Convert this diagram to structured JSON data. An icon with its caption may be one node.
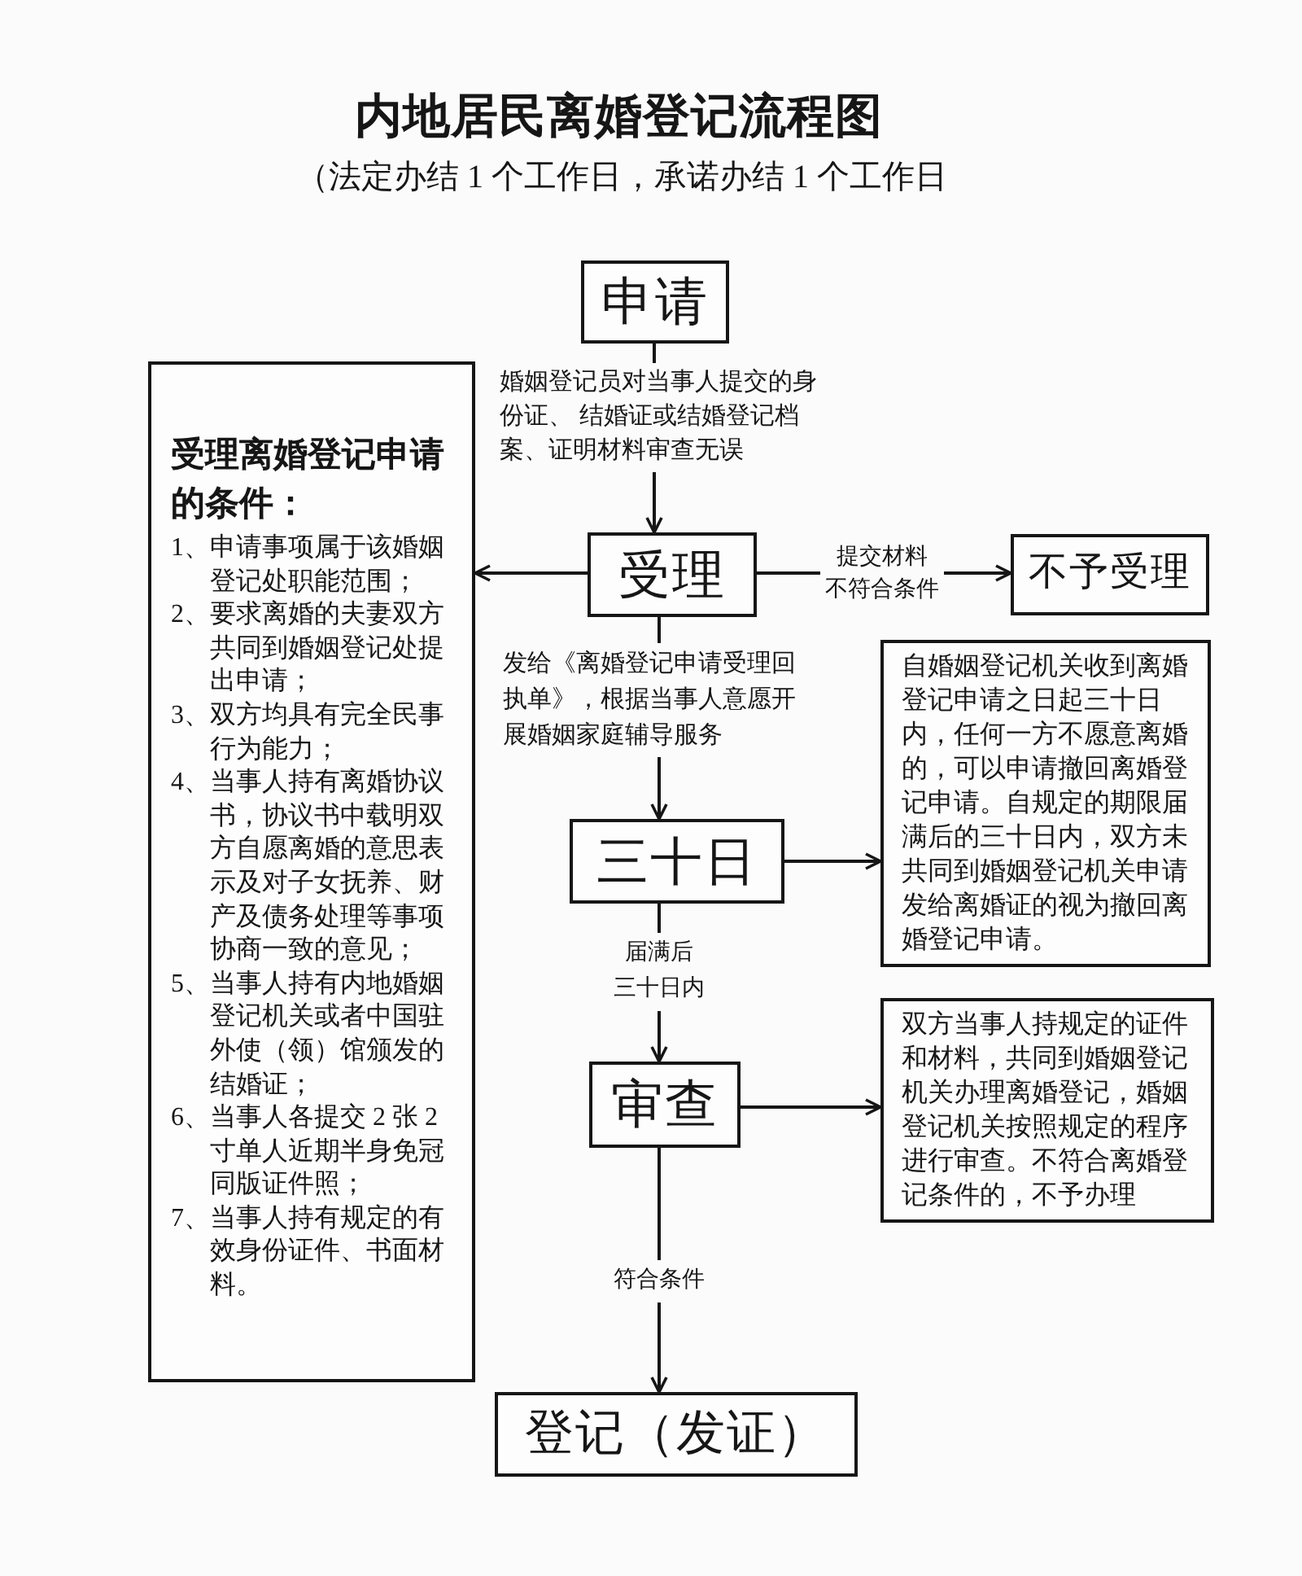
{
  "diagram": {
    "title": "内地居民离婚登记流程图",
    "nodes": [
      {
        "text": [
          "申请"
        ]
      },
      {
        "text": [
          "受理"
        ]
      },
      {
        "text": [
          "不予受理"
        ]
      },
      {
        "text": [
          "受理离婚登记申请的条件：",
          "1、申请事项属于该婚姻登记处职能范围；",
          "2、要求离婚的夫妻双方共同到婚姻登记处提出申请；",
          "3、双方均具有完全民事行为能力；",
          "4、当事人持有离婚协议书，协议书中载明双方自愿离婚的意思表示及对子女抚养、财产及债务处理等事项协商一致的意见；",
          "5、当事人持有内地婚姻登记机关或者中国驻外使（领）馆颁发的结婚证；",
          "6、当事人各提交 2 张 2 寸单人近期半身免冠同版证件照；",
          "7、当事人持有规定的有效身份证件、书面材料。"
        ]
      },
      {
        "text": [
          "三十日"
        ]
      },
      {
        "text": [
          "自婚姻登记机关收到离婚登记申请之日起三十日内，任何一方不愿意离婚的，可以申请撤回离婚登记申请。自规定的期限届满后的三十日内，双方未共同到婚姻登记机关申请发给离婚证的视为撤回离婚登记申请。"
        ]
      },
      {
        "text": [
          "审查"
        ]
      },
      {
        "text": [
          "双方当事人持规定的证件和材料，共同到婚姻登记机关办理离婚登记，婚姻登记机关按照规定的程序进行审查。不符合离婚登记条件的，不予办理"
        ]
      },
      {
        "text": [
          "登记（发证）"
        ]
      }
    ],
    "edges": [
      {
        "from": 0,
        "to": 1,
        "arrow": "to",
        "label": "婚姻登记员对当事人提交的身份证、 结婚证或结婚登记档案、证明材料审查无误"
      },
      {
        "from": 1,
        "to": 3,
        "arrow": "to"
      },
      {
        "from": 1,
        "to": 2,
        "arrow": "to",
        "label": "提交材料不符合条件"
      },
      {
        "from": 1,
        "to": 4,
        "arrow": "to",
        "label": "发给《离婚登记申请受理回执单》，根据当事人意愿开展婚姻家庭辅导服务"
      },
      {
        "from": 4,
        "to": 5,
        "arrow": "to"
      },
      {
        "from": 4,
        "to": 6,
        "arrow": "to",
        "label": "届满后三十日内"
      },
      {
        "from": 6,
        "to": 7,
        "arrow": "to"
      },
      {
        "from": 6,
        "to": 8,
        "arrow": "to",
        "label": "符合条件"
      }
    ],
    "labels": [
      "（法定办结 1 个工作日，承诺办结 1 个工作日"
    ]
  }
}
